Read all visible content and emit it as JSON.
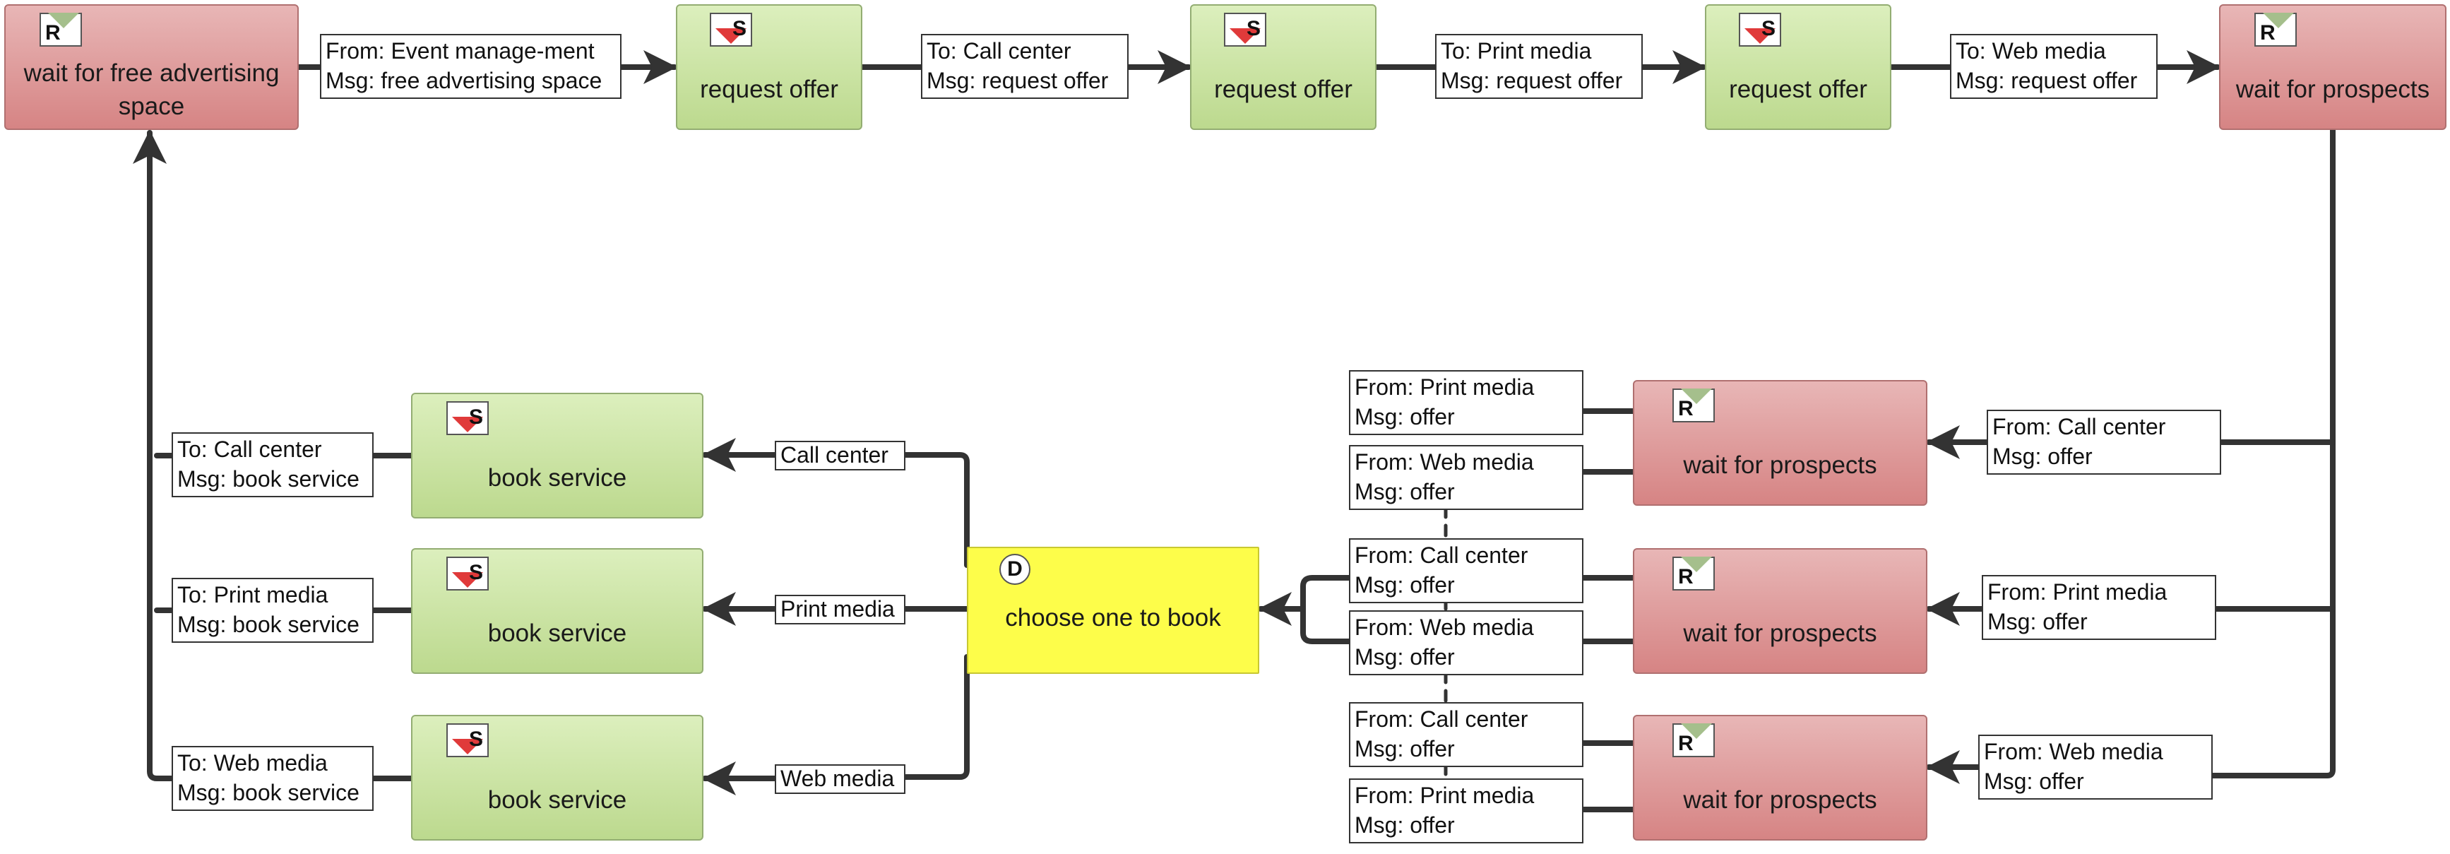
{
  "nodes": {
    "wait_free_space": {
      "title": "wait for free advertising space",
      "badge": "R"
    },
    "request_offer_1": {
      "title": "request offer",
      "badge": "S"
    },
    "request_offer_2": {
      "title": "request offer",
      "badge": "S"
    },
    "request_offer_3": {
      "title": "request offer",
      "badge": "S"
    },
    "wait_prospects_top": {
      "title": "wait for prospects",
      "badge": "R"
    },
    "wait_prospects_1": {
      "title": "wait for prospects",
      "badge": "R"
    },
    "wait_prospects_2": {
      "title": "wait for prospects",
      "badge": "R"
    },
    "wait_prospects_3": {
      "title": "wait for prospects",
      "badge": "R"
    },
    "choose_one": {
      "title": "choose one to book",
      "badge": "D"
    },
    "book_service_1": {
      "title": "book service",
      "badge": "S"
    },
    "book_service_2": {
      "title": "book service",
      "badge": "S"
    },
    "book_service_3": {
      "title": "book service",
      "badge": "S"
    }
  },
  "labels": {
    "l1": {
      "line1": "From: Event manage-ment",
      "line2": "Msg: free advertising space"
    },
    "l2": {
      "line1": "To: Call center",
      "line2": "Msg: request offer"
    },
    "l3": {
      "line1": "To: Print media",
      "line2": "Msg: request offer"
    },
    "l4": {
      "line1": "To: Web media",
      "line2": "Msg: request offer"
    },
    "r1": {
      "line1": "From: Call center",
      "line2": "Msg: offer"
    },
    "r2": {
      "line1": "From: Print media",
      "line2": "Msg: offer"
    },
    "r3": {
      "line1": "From: Web media",
      "line2": "Msg: offer"
    },
    "p1a": {
      "line1": "From: Print media",
      "line2": "Msg: offer"
    },
    "p1b": {
      "line1": "From: Web media",
      "line2": "Msg: offer"
    },
    "p2a": {
      "line1": "From: Call center",
      "line2": "Msg: offer"
    },
    "p2b": {
      "line1": "From: Web media",
      "line2": "Msg: offer"
    },
    "p3a": {
      "line1": "From: Call center",
      "line2": "Msg: offer"
    },
    "p3b": {
      "line1": "From: Print media",
      "line2": "Msg: offer"
    },
    "c1": {
      "text": "Call center"
    },
    "c2": {
      "text": "Print media"
    },
    "c3": {
      "text": "Web media"
    },
    "b1": {
      "line1": "To: Call center",
      "line2": "Msg: book service"
    },
    "b2": {
      "line1": "To: Print media",
      "line2": "Msg: book service"
    },
    "b3": {
      "line1": "To: Web media",
      "line2": "Msg: book service"
    }
  },
  "colors": {
    "receive_fill": "#dc9494",
    "send_fill": "#c8e29e",
    "decision_fill": "#fdfd4a",
    "edge": "#333333"
  }
}
